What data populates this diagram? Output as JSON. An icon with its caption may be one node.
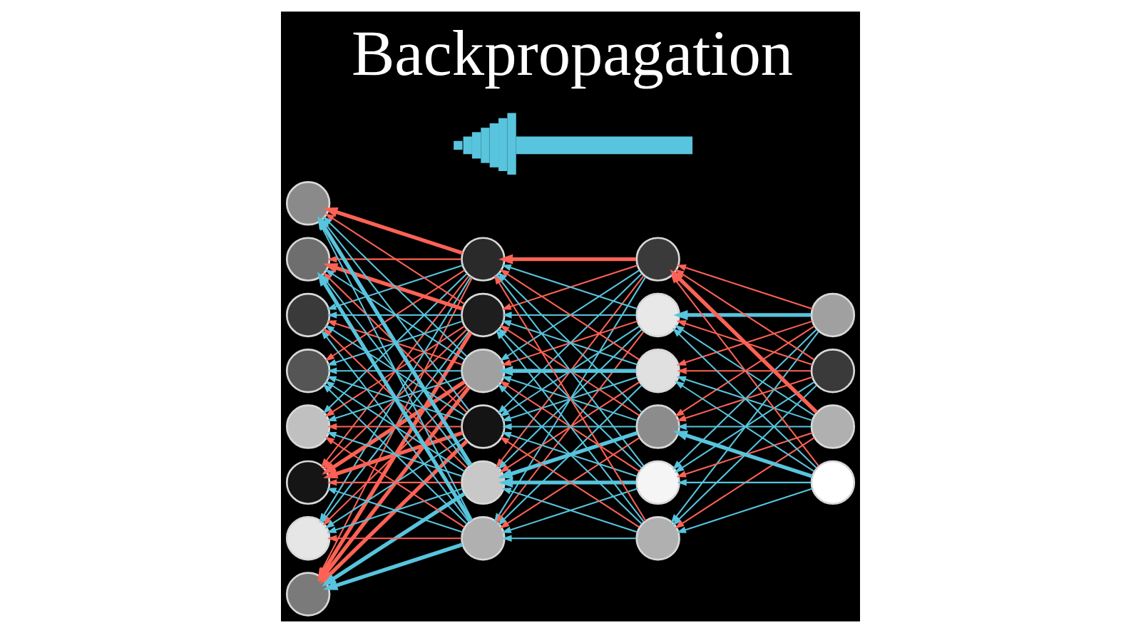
{
  "diagram": {
    "title": "Backpropagation",
    "nodes": [
      {
        "text": [],
        "shape": "circle"
      },
      {
        "text": [],
        "shape": "circle"
      },
      {
        "text": [],
        "shape": "circle"
      },
      {
        "text": [],
        "shape": "circle"
      },
      {
        "text": [],
        "shape": "circle"
      },
      {
        "text": [],
        "shape": "circle"
      },
      {
        "text": [],
        "shape": "circle"
      },
      {
        "text": [],
        "shape": "circle"
      },
      {
        "text": [],
        "shape": "circle"
      },
      {
        "text": [],
        "shape": "circle"
      },
      {
        "text": [],
        "shape": "circle"
      },
      {
        "text": [],
        "shape": "circle"
      },
      {
        "text": [],
        "shape": "circle"
      },
      {
        "text": [],
        "shape": "circle"
      },
      {
        "text": [],
        "shape": "circle"
      },
      {
        "text": [],
        "shape": "circle"
      },
      {
        "text": [],
        "shape": "circle"
      },
      {
        "text": [],
        "shape": "circle"
      },
      {
        "text": [],
        "shape": "circle"
      },
      {
        "text": [],
        "shape": "circle"
      },
      {
        "text": [],
        "shape": "circle"
      },
      {
        "text": [],
        "shape": "circle"
      },
      {
        "text": [],
        "shape": "circle"
      },
      {
        "text": [],
        "shape": "circle"
      }
    ],
    "edges": [
      {
        "from": 20,
        "to": 14,
        "arrow": "to",
        "color": "#fc6255"
      },
      {
        "from": 20,
        "to": 15,
        "arrow": "to",
        "style": "thick"
      },
      {
        "from": 20,
        "to": 16,
        "arrow": "to",
        "color": "#fc6255"
      },
      {
        "from": 20,
        "to": 17,
        "arrow": "to",
        "color": "#fc6255"
      },
      {
        "from": 20,
        "to": 18,
        "arrow": "to"
      },
      {
        "from": 20,
        "to": 19,
        "arrow": "to"
      },
      {
        "from": 21,
        "to": 14,
        "arrow": "to",
        "color": "#fc6255"
      },
      {
        "from": 21,
        "to": 15,
        "arrow": "to",
        "color": "#fc6255"
      },
      {
        "from": 21,
        "to": 16,
        "arrow": "to",
        "color": "#fc6255"
      },
      {
        "from": 21,
        "to": 17,
        "arrow": "to",
        "color": "#fc6255"
      },
      {
        "from": 21,
        "to": 18,
        "arrow": "to"
      },
      {
        "from": 21,
        "to": 19,
        "arrow": "to"
      },
      {
        "from": 22,
        "to": 14,
        "arrow": "to",
        "style": "thick",
        "color": "#fc6255"
      },
      {
        "from": 22,
        "to": 15,
        "arrow": "to"
      },
      {
        "from": 22,
        "to": 16,
        "arrow": "to"
      },
      {
        "from": 22,
        "to": 17,
        "arrow": "to"
      },
      {
        "from": 22,
        "to": 18,
        "arrow": "to",
        "color": "#fc6255"
      },
      {
        "from": 22,
        "to": 19,
        "arrow": "to",
        "color": "#fc6255"
      },
      {
        "from": 23,
        "to": 14,
        "arrow": "to",
        "color": "#fc6255"
      },
      {
        "from": 23,
        "to": 15,
        "arrow": "to"
      },
      {
        "from": 23,
        "to": 16,
        "arrow": "to"
      },
      {
        "from": 23,
        "to": 17,
        "arrow": "to",
        "style": "thick"
      },
      {
        "from": 23,
        "to": 18,
        "arrow": "to"
      },
      {
        "from": 23,
        "to": 19,
        "arrow": "to"
      },
      {
        "from": 14,
        "to": 8,
        "arrow": "to",
        "style": "thick",
        "color": "#fc6255"
      },
      {
        "from": 14,
        "to": 9,
        "arrow": "to",
        "color": "#fc6255"
      },
      {
        "from": 14,
        "to": 10,
        "arrow": "to"
      },
      {
        "from": 14,
        "to": 11,
        "arrow": "to"
      },
      {
        "from": 14,
        "to": 12,
        "arrow": "to",
        "color": "#fc6255"
      },
      {
        "from": 14,
        "to": 13,
        "arrow": "to"
      },
      {
        "from": 15,
        "to": 8,
        "arrow": "to"
      },
      {
        "from": 15,
        "to": 9,
        "arrow": "to"
      },
      {
        "from": 15,
        "to": 10,
        "arrow": "to",
        "color": "#fc6255"
      },
      {
        "from": 15,
        "to": 11,
        "arrow": "to"
      },
      {
        "from": 15,
        "to": 12,
        "arrow": "to"
      },
      {
        "from": 15,
        "to": 13,
        "arrow": "to",
        "color": "#fc6255"
      },
      {
        "from": 16,
        "to": 8,
        "arrow": "to",
        "color": "#fc6255"
      },
      {
        "from": 16,
        "to": 9,
        "arrow": "to"
      },
      {
        "from": 16,
        "to": 10,
        "arrow": "to",
        "style": "thick"
      },
      {
        "from": 16,
        "to": 11,
        "arrow": "to"
      },
      {
        "from": 16,
        "to": 12,
        "arrow": "to",
        "color": "#fc6255"
      },
      {
        "from": 16,
        "to": 13,
        "arrow": "to"
      },
      {
        "from": 17,
        "to": 8,
        "arrow": "to"
      },
      {
        "from": 17,
        "to": 9,
        "arrow": "to",
        "color": "#fc6255"
      },
      {
        "from": 17,
        "to": 10,
        "arrow": "to"
      },
      {
        "from": 17,
        "to": 11,
        "arrow": "to"
      },
      {
        "from": 17,
        "to": 12,
        "arrow": "to",
        "style": "thick"
      },
      {
        "from": 17,
        "to": 13,
        "arrow": "to",
        "color": "#fc6255"
      },
      {
        "from": 18,
        "to": 8,
        "arrow": "to"
      },
      {
        "from": 18,
        "to": 9,
        "arrow": "to"
      },
      {
        "from": 18,
        "to": 10,
        "arrow": "to",
        "color": "#fc6255"
      },
      {
        "from": 18,
        "to": 11,
        "arrow": "to"
      },
      {
        "from": 18,
        "to": 12,
        "arrow": "to",
        "style": "thick"
      },
      {
        "from": 18,
        "to": 13,
        "arrow": "to"
      },
      {
        "from": 19,
        "to": 8,
        "arrow": "to",
        "color": "#fc6255"
      },
      {
        "from": 19,
        "to": 9,
        "arrow": "to"
      },
      {
        "from": 19,
        "to": 10,
        "arrow": "to"
      },
      {
        "from": 19,
        "to": 11,
        "arrow": "to",
        "color": "#fc6255"
      },
      {
        "from": 19,
        "to": 12,
        "arrow": "to"
      },
      {
        "from": 19,
        "to": 13,
        "arrow": "to"
      },
      {
        "from": 8,
        "to": 0,
        "arrow": "to",
        "style": "thick",
        "color": "#fc6255"
      },
      {
        "from": 8,
        "to": 1,
        "arrow": "to",
        "color": "#fc6255"
      },
      {
        "from": 8,
        "to": 2,
        "arrow": "to"
      },
      {
        "from": 8,
        "to": 3,
        "arrow": "to",
        "color": "#fc6255"
      },
      {
        "from": 8,
        "to": 4,
        "arrow": "to"
      },
      {
        "from": 8,
        "to": 5,
        "arrow": "to",
        "color": "#fc6255"
      },
      {
        "from": 8,
        "to": 6,
        "arrow": "to"
      },
      {
        "from": 8,
        "to": 7,
        "arrow": "to",
        "color": "#fc6255"
      },
      {
        "from": 9,
        "to": 0,
        "arrow": "to",
        "color": "#fc6255"
      },
      {
        "from": 9,
        "to": 1,
        "arrow": "to",
        "style": "thick",
        "color": "#fc6255"
      },
      {
        "from": 9,
        "to": 2,
        "arrow": "to"
      },
      {
        "from": 9,
        "to": 3,
        "arrow": "to"
      },
      {
        "from": 9,
        "to": 4,
        "arrow": "to",
        "color": "#fc6255"
      },
      {
        "from": 9,
        "to": 5,
        "arrow": "to",
        "color": "#fc6255"
      },
      {
        "from": 9,
        "to": 6,
        "arrow": "to"
      },
      {
        "from": 9,
        "to": 7,
        "arrow": "to",
        "style": "thick",
        "color": "#fc6255"
      },
      {
        "from": 10,
        "to": 0,
        "arrow": "to"
      },
      {
        "from": 10,
        "to": 1,
        "arrow": "to"
      },
      {
        "from": 10,
        "to": 2,
        "arrow": "to",
        "color": "#fc6255"
      },
      {
        "from": 10,
        "to": 3,
        "arrow": "to"
      },
      {
        "from": 10,
        "to": 4,
        "arrow": "to"
      },
      {
        "from": 10,
        "to": 5,
        "arrow": "to",
        "style": "thick",
        "color": "#fc6255"
      },
      {
        "from": 10,
        "to": 6,
        "arrow": "to",
        "color": "#fc6255"
      },
      {
        "from": 10,
        "to": 7,
        "arrow": "to",
        "style": "thick",
        "color": "#fc6255"
      },
      {
        "from": 11,
        "to": 0,
        "arrow": "to"
      },
      {
        "from": 11,
        "to": 1,
        "arrow": "to",
        "color": "#fc6255"
      },
      {
        "from": 11,
        "to": 2,
        "arrow": "to"
      },
      {
        "from": 11,
        "to": 3,
        "arrow": "to"
      },
      {
        "from": 11,
        "to": 4,
        "arrow": "to",
        "color": "#fc6255"
      },
      {
        "from": 11,
        "to": 5,
        "arrow": "to",
        "style": "thick",
        "color": "#fc6255"
      },
      {
        "from": 11,
        "to": 6,
        "arrow": "to"
      },
      {
        "from": 11,
        "to": 7,
        "arrow": "to",
        "style": "thick",
        "color": "#fc6255"
      },
      {
        "from": 12,
        "to": 0,
        "arrow": "to",
        "style": "thick"
      },
      {
        "from": 12,
        "to": 1,
        "arrow": "to"
      },
      {
        "from": 12,
        "to": 2,
        "arrow": "to",
        "color": "#fc6255"
      },
      {
        "from": 12,
        "to": 3,
        "arrow": "to"
      },
      {
        "from": 12,
        "to": 4,
        "arrow": "to"
      },
      {
        "from": 12,
        "to": 5,
        "arrow": "to",
        "color": "#fc6255"
      },
      {
        "from": 12,
        "to": 6,
        "arrow": "to"
      },
      {
        "from": 12,
        "to": 7,
        "arrow": "to",
        "style": "thick"
      },
      {
        "from": 13,
        "to": 0,
        "arrow": "to"
      },
      {
        "from": 13,
        "to": 1,
        "arrow": "to",
        "style": "thick"
      },
      {
        "from": 13,
        "to": 2,
        "arrow": "to"
      },
      {
        "from": 13,
        "to": 3,
        "arrow": "to"
      },
      {
        "from": 13,
        "to": 4,
        "arrow": "to",
        "color": "#fc6255"
      },
      {
        "from": 13,
        "to": 5,
        "arrow": "to"
      },
      {
        "from": 13,
        "to": 6,
        "arrow": "to",
        "color": "#fc6255"
      },
      {
        "from": 13,
        "to": 7,
        "arrow": "to",
        "style": "thick"
      }
    ]
  }
}
